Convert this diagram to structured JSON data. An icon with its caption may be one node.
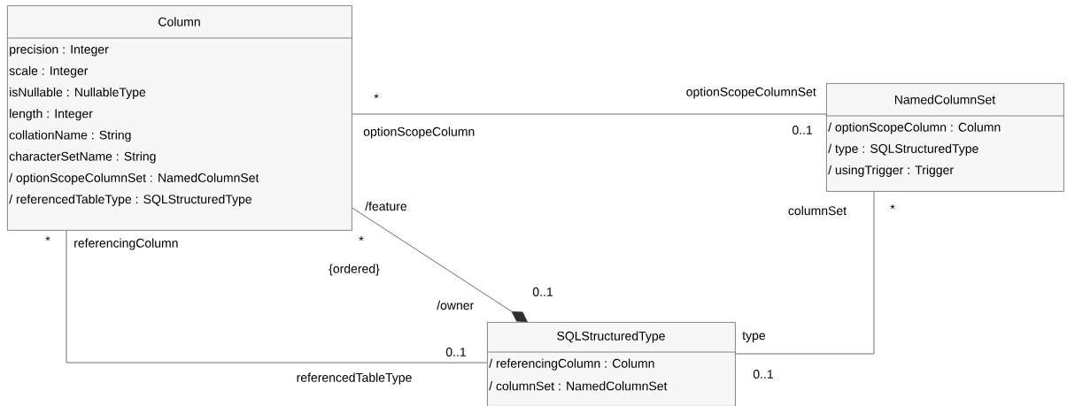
{
  "diagram": {
    "nodes": [
      {
        "text": [
          "Column",
          "precision : Integer",
          "scale : Integer",
          "isNullable : NullableType",
          "length : Integer",
          "collationName : String",
          "characterSetName : String",
          "/ optionScopeColumnSet : NamedColumnSet",
          "/ referencedTableType : SQLStructuredType"
        ]
      },
      {
        "text": [
          "NamedColumnSet",
          "/ optionScopeColumn : Column",
          "/ type : SQLStructuredType",
          "/ usingTrigger : Trigger"
        ]
      },
      {
        "text": [
          "SQLStructuredType",
          "/ referencingColumn : Column",
          "/ columnSet : NamedColumnSet"
        ]
      }
    ],
    "edges": [
      {
        "from": 0,
        "to": 1,
        "arrow": "none"
      },
      {
        "from": 0,
        "to": 2,
        "arrow": "other"
      },
      {
        "from": 0,
        "to": 2,
        "arrow": "none"
      },
      {
        "from": 1,
        "to": 2,
        "arrow": "none"
      }
    ],
    "labels": [
      "*",
      "optionScopeColumnSet",
      "0..1",
      "optionScopeColumn",
      "/feature",
      "columnSet",
      "*",
      "*",
      "referencingColumn",
      "*",
      "{ordered}",
      "/owner",
      "0..1",
      "type",
      "0..1",
      "referencedTableType",
      "0..1"
    ]
  }
}
